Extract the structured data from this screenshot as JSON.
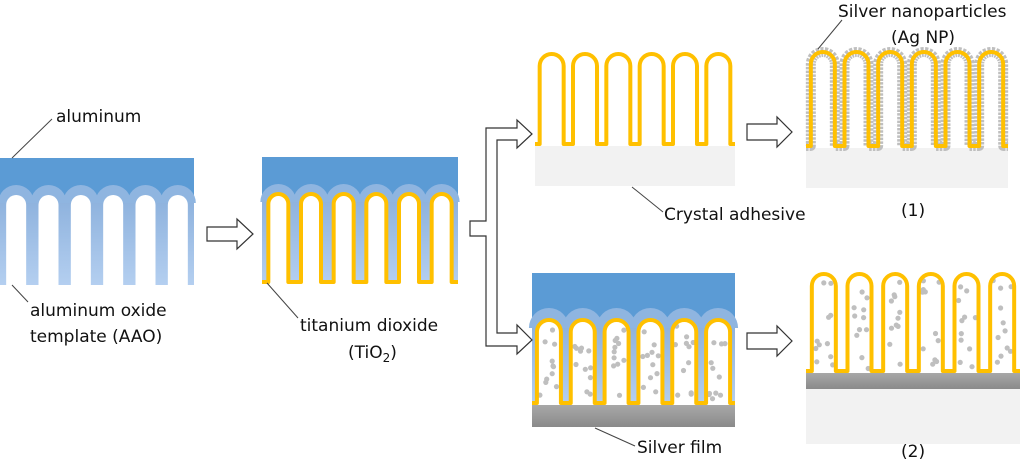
{
  "title": "Fabrication process of TiO2 nanotube arrays with silver",
  "colors": {
    "aluminum": "#5b9bd5",
    "aao": "#a3c3e8",
    "aao_cap": "#8fb5e0",
    "tio2": "#ffc000",
    "crystal_adhesive": "#f2f2f2",
    "silver_film_top": "#a6a6a6",
    "silver_film_bottom": "#8c8c8c",
    "ag_np": "#bfbfbf",
    "arrow_stroke": "#333333",
    "leader_line": "#444444"
  },
  "labels": {
    "aluminum": "aluminum",
    "aao_line1": "aluminum oxide",
    "aao_line2": "template (AAO)",
    "tio2_line1": "titanium dioxide",
    "tio2_line2_prefix": "(TiO",
    "tio2_line2_sub": "2",
    "tio2_line2_suffix": ")",
    "crystal_adhesive": "Crystal adhesive",
    "ag_np_line1": "Silver nanoparticles",
    "ag_np_line2": "(Ag NP)",
    "silver_film": "Silver film",
    "result1": "(1)",
    "result2": "(2)"
  },
  "tube_count": 6
}
